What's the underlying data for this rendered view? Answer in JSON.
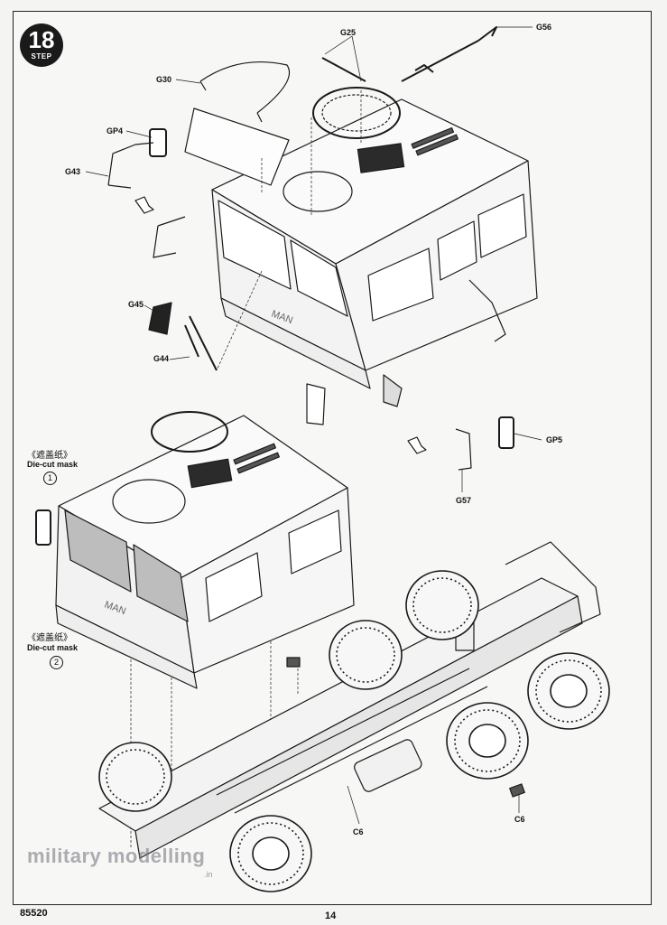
{
  "step": {
    "number": "18",
    "word": "STEP"
  },
  "parts": {
    "g25": "G25",
    "g56": "G56",
    "g30": "G30",
    "gp4": "GP4",
    "g43": "G43",
    "g45": "G45",
    "g44": "G44",
    "gp5": "GP5",
    "g57": "G57",
    "c6_left": "C6",
    "c6_right": "C6"
  },
  "masks": [
    {
      "zh": "《遮盖纸》",
      "en": "Die-cut mask",
      "num": "1"
    },
    {
      "zh": "《遮盖纸》",
      "en": "Die-cut mask",
      "num": "2"
    }
  ],
  "footer": {
    "code": "85520",
    "page": "14"
  },
  "watermark": {
    "main": "military modelling",
    "sub": ".in"
  }
}
